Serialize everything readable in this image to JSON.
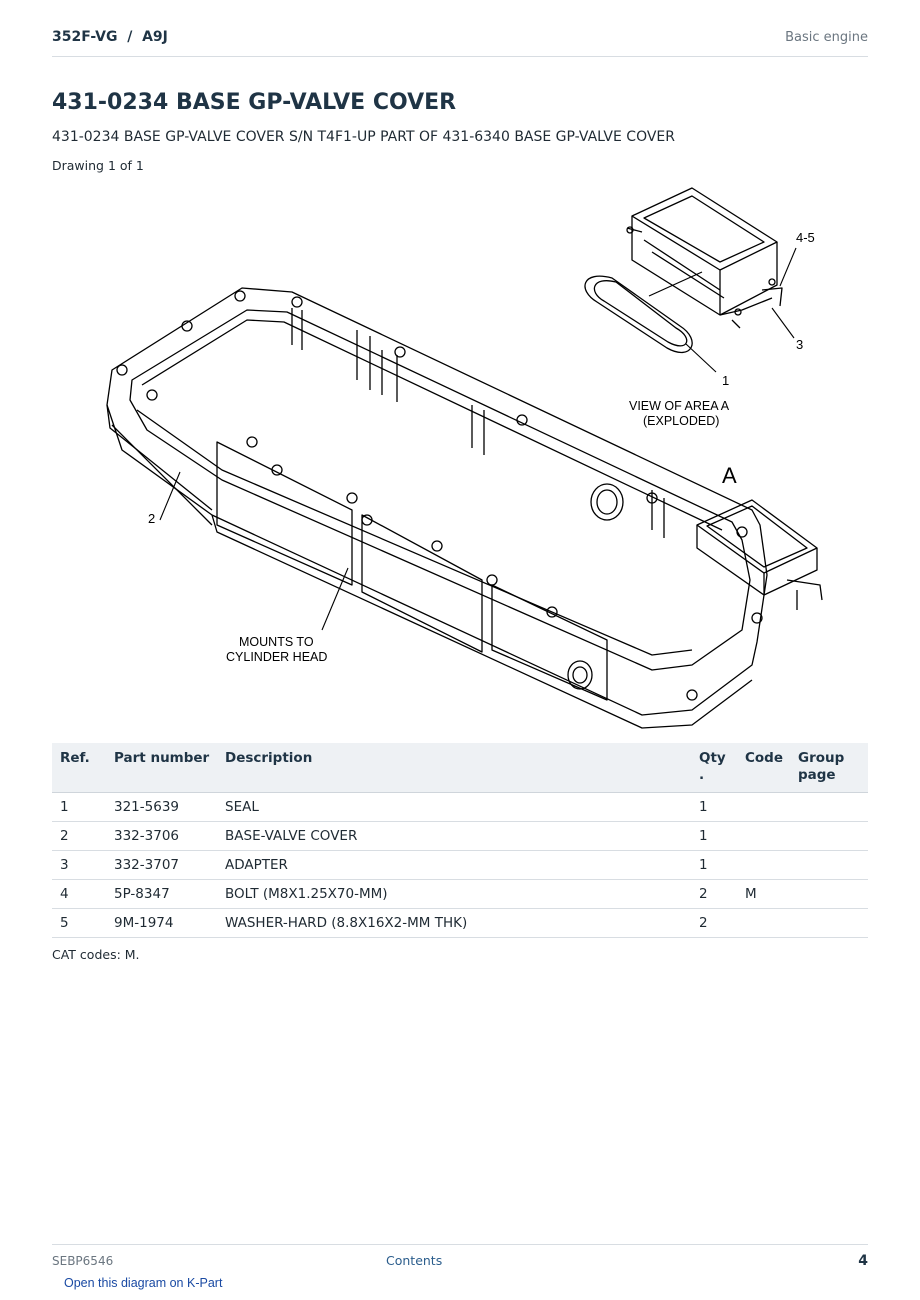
{
  "header": {
    "model": "352F-VG  /  A9J",
    "section": "Basic engine"
  },
  "title": "431-0234 BASE GP-VALVE COVER",
  "subtitle": "431-0234 BASE GP-VALVE COVER S/N T4F1-UP PART OF 431-6340 BASE GP-VALVE COVER",
  "drawing_count": "Drawing 1 of 1",
  "diagram": {
    "callouts": [
      "4-5",
      "3",
      "1",
      "2",
      "A"
    ],
    "view_label_line1": "VIEW OF AREA  A",
    "view_label_line2": "(EXPLODED)",
    "mount_label_line1": "MOUNTS TO",
    "mount_label_line2": "CYLINDER HEAD"
  },
  "table": {
    "headers": {
      "ref": "Ref.",
      "part_number": "Part number",
      "description": "Description",
      "qty_1": "Qty",
      "qty_2": ".",
      "code": "Code",
      "group_1": "Group",
      "group_2": "page"
    },
    "rows": [
      {
        "ref": "1",
        "part": "321-5639",
        "desc": "SEAL",
        "qty": "1",
        "code": "",
        "group": ""
      },
      {
        "ref": "2",
        "part": "332-3706",
        "desc": "BASE-VALVE COVER",
        "qty": "1",
        "code": "",
        "group": ""
      },
      {
        "ref": "3",
        "part": "332-3707",
        "desc": "ADAPTER",
        "qty": "1",
        "code": "",
        "group": ""
      },
      {
        "ref": "4",
        "part": "5P-8347",
        "desc": "BOLT (M8X1.25X70-MM)",
        "qty": "2",
        "code": "M",
        "group": ""
      },
      {
        "ref": "5",
        "part": "9M-1974",
        "desc": "WASHER-HARD (8.8X16X2-MM THK)",
        "qty": "2",
        "code": "",
        "group": ""
      }
    ]
  },
  "cat_codes": "CAT codes: M.",
  "footer": {
    "doc_id": "SEBP6546",
    "contents_link": "Contents",
    "page_number": "4",
    "kpart_link": "Open this diagram on K-Part"
  }
}
